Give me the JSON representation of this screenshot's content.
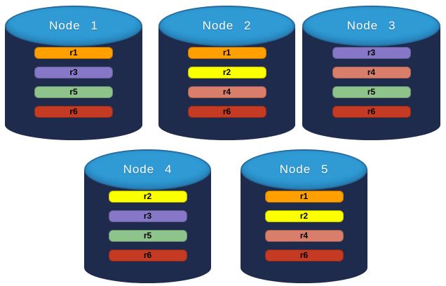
{
  "diagram": {
    "description": "Five database nodes with replica distribution",
    "background": "#FFFFFF"
  },
  "colors": {
    "cylinder_body": "#1F2B4D",
    "cylinder_top": "#2F9AD4",
    "node_label_text": "#FFFFFF",
    "replica_label_text": "#000000",
    "replicas": {
      "r1": "#FF9F00",
      "r2": "#FBFF00",
      "r3": "#8678C6",
      "r4": "#D97E6B",
      "r5": "#8EC38C",
      "r6": "#C43A22"
    }
  },
  "nodes": [
    {
      "label": "Node 1",
      "replicas": [
        "r1",
        "r3",
        "r5",
        "r6"
      ]
    },
    {
      "label": "Node 2",
      "replicas": [
        "r1",
        "r2",
        "r4",
        "r6"
      ]
    },
    {
      "label": "Node 3",
      "replicas": [
        "r3",
        "r4",
        "r5",
        "r6"
      ]
    },
    {
      "label": "Node 4",
      "replicas": [
        "r2",
        "r3",
        "r5",
        "r6"
      ]
    },
    {
      "label": "Node 5",
      "replicas": [
        "r1",
        "r2",
        "r4",
        "r6"
      ]
    }
  ]
}
